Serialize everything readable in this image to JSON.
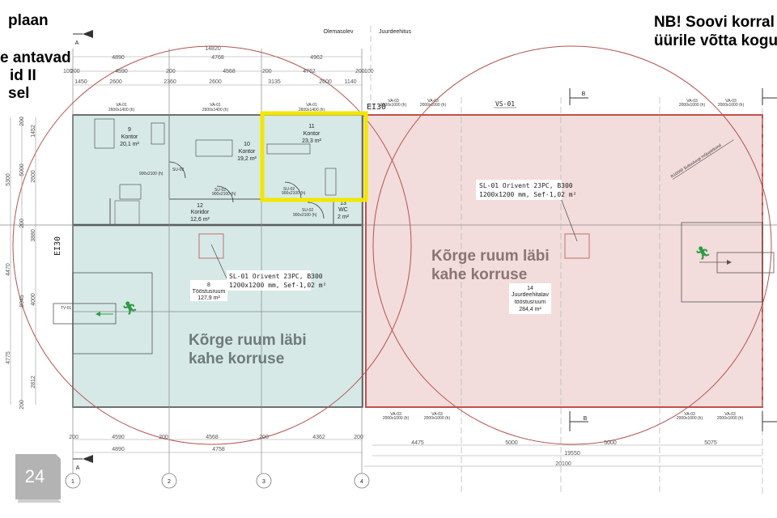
{
  "headings": {
    "left": [
      "plaan",
      "e antavad",
      "id II",
      "sel"
    ],
    "right": [
      "NB! Soovi korral",
      "üürile võtta kogu"
    ]
  },
  "zones": {
    "existing": "Olemasolev",
    "extension": "Juurdeehitus"
  },
  "section_marks": {
    "a": "A",
    "b": "B"
  },
  "fire_rating": "EI30",
  "page_badge": "24",
  "axes": [
    "1",
    "2",
    "3",
    "4"
  ],
  "dims_top": {
    "total": "14820",
    "row1": [
      "4890",
      "4768",
      "4962"
    ],
    "row2": [
      "100",
      "200",
      "4590",
      "200",
      "4568",
      "200",
      "4762",
      "200",
      "100"
    ],
    "row3": [
      "1450",
      "2600",
      "2360",
      "2600",
      "3135",
      "2600",
      "1140"
    ]
  },
  "dims_bottom": {
    "row1": [
      "200",
      "4590",
      "200",
      "4568",
      "200",
      "4362",
      "200"
    ],
    "row2": [
      "4890",
      "4758"
    ],
    "ext_row1": [
      "4475",
      "5000",
      "5000",
      "5075"
    ],
    "ext_total1": "19550",
    "ext_total2": "20100"
  },
  "dims_left": {
    "outer": [
      "5300",
      "4470",
      "4775"
    ],
    "mid": [
      "200",
      "5000",
      "200",
      "8045",
      "200"
    ],
    "inner": [
      "1452",
      "2600",
      "3880",
      "4000",
      "2812"
    ]
  },
  "windows": {
    "va01": "VA-01",
    "va01_size": "2600x1400 (h)",
    "va03": "VA-03",
    "va03_size": "2000x1000 (h)",
    "vs01": "VS-01",
    "door": "SU-02",
    "door_size": "900x2100 (h)",
    "gate": "TV-01"
  },
  "rooms": [
    {
      "no": "9",
      "name": "Kontor",
      "area": "20,1 m²"
    },
    {
      "no": "10",
      "name": "Kontor",
      "area": "19,2 m²"
    },
    {
      "no": "11",
      "name": "Kontor",
      "area": "23,3 m²"
    },
    {
      "no": "12",
      "name": "Koridor",
      "area": "12,6 m²"
    },
    {
      "no": "13",
      "name": "WC",
      "area": "2 m²"
    },
    {
      "no": "8",
      "name": "Tööstusruum",
      "area": "127,9 m²"
    },
    {
      "no": "14",
      "name": "Juurdeehitatav",
      "name2": "tööstusruum",
      "area": "284,4 m²"
    }
  ],
  "skylight": {
    "line1": "SL-01 Orivent 23PC, B300",
    "line2": "1200x1200 mm, Sef-1,02 m²"
  },
  "notes": {
    "high_room_1": "Kõrge ruum läbi",
    "high_room_2": "kahe korruse",
    "radius": "R10000 Suitsuluugi mõjupiirkond"
  },
  "colors": {
    "existing_fill": "#d6e9e7",
    "extension_fill": "#f3dcdc",
    "highlight": "#f2e600",
    "circle": "#b5524f",
    "exit": "#2e9a45"
  }
}
